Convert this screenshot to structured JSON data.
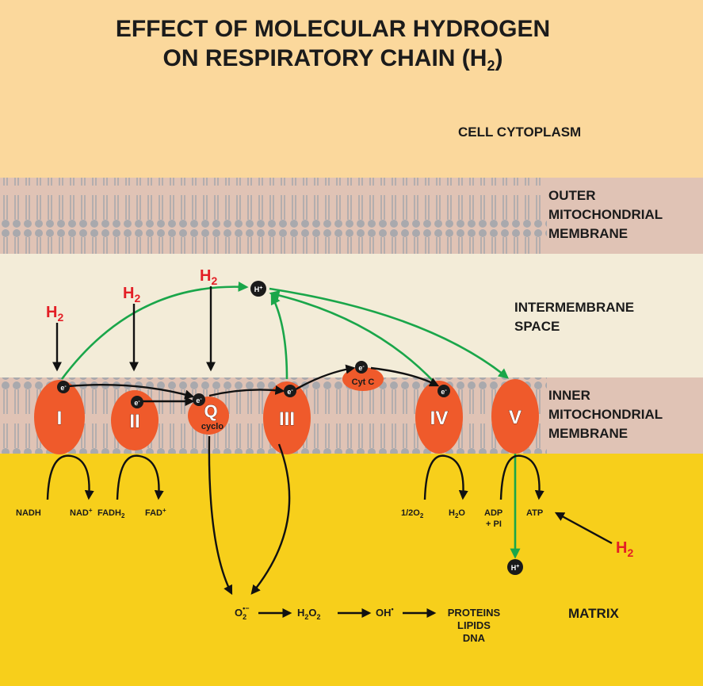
{
  "title": {
    "line1": "EFFECT OF MOLECULAR HYDROGEN",
    "line2": "ON RESPIRATORY CHAIN (H",
    "line2_sub": "2",
    "line2_end": ")"
  },
  "regions": {
    "cytoplasm": "CELL CYTOPLASM",
    "outer_membrane": [
      "OUTER",
      "MITOCHONDRIAL",
      "MEMBRANE"
    ],
    "intermembrane": [
      "INTERMEMBRANE",
      "SPACE"
    ],
    "inner_membrane": [
      "INNER",
      "MITOCHONDRIAL",
      "MEMBRANE"
    ],
    "matrix": "MATRIX"
  },
  "complexes": {
    "c1": "I",
    "c2": "II",
    "q": "Q",
    "q_sub": "cyclo",
    "c3": "III",
    "cytc": "Cyt C",
    "c4": "IV",
    "c5": "V"
  },
  "labels": {
    "h2": "H",
    "h2_sub": "2",
    "electron": "e",
    "electron_sup": "-",
    "proton": "H",
    "proton_sup": "+"
  },
  "substrates": {
    "nadh": "NADH",
    "nad": "NAD",
    "nad_sup": "+",
    "fadh2": "FADH",
    "fadh2_sub": "2",
    "fad": "FAD",
    "fad_sup": "+",
    "o2": "1/2O",
    "o2_sub": "2",
    "h2o": "H",
    "h2o_sub": "2",
    "h2o_end": "O",
    "adp": "ADP",
    "pi": "+ PI",
    "atp": "ATP"
  },
  "ros": {
    "superoxide": "O",
    "superoxide_sub": "2",
    "superoxide_sup": "•−",
    "peroxide": "H",
    "peroxide_sub1": "2",
    "peroxide_mid": "O",
    "peroxide_sub2": "2",
    "hydroxyl": "OH",
    "hydroxyl_sup": "•",
    "targets": [
      "PROTEINS",
      "LIPIDS",
      "DNA"
    ]
  },
  "colors": {
    "cytoplasm": "#fbd89c",
    "membrane_band": "#e0c3b5",
    "intermembrane": "#f3ecd8",
    "matrix": "#f7cf1b",
    "complex": "#ef5a2b",
    "h2_red": "#e31f26",
    "arrow_green": "#1aa64a",
    "arrow_black": "#111111"
  }
}
